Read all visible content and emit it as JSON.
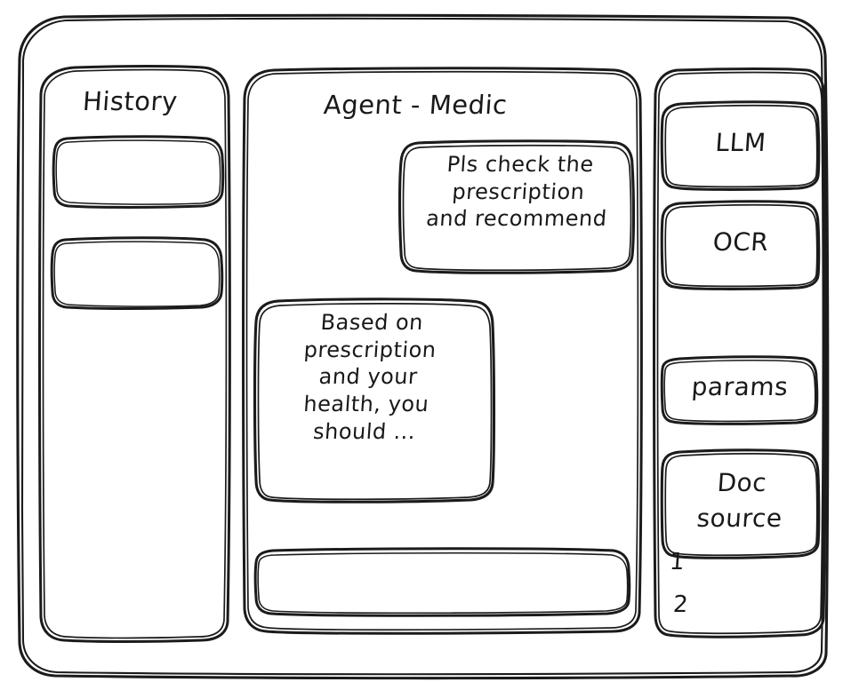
{
  "window": {
    "name": "agent-medic-wireframe",
    "stroke_color": "#1b1b1b",
    "background_color": "#ffffff"
  },
  "sidebar": {
    "title": "History",
    "items": [
      {
        "label": "",
        "name": "history-item-1"
      },
      {
        "label": "",
        "name": "history-item-2"
      }
    ]
  },
  "main": {
    "title": "Agent - Medic",
    "messages": [
      {
        "role": "user",
        "align": "right",
        "text": "Pls check the\nprescription\nand recommend"
      },
      {
        "role": "agent",
        "align": "left",
        "text": "Based on\nprescription\nand your\nhealth, you\nshould ..."
      }
    ],
    "composer": {
      "value": "",
      "placeholder": ""
    }
  },
  "tools": {
    "items": [
      {
        "label": "LLM",
        "name": "tool-llm"
      },
      {
        "label": "OCR",
        "name": "tool-ocr"
      },
      {
        "label": "params",
        "name": "tool-params"
      },
      {
        "label": "Doc\nsource",
        "name": "tool-doc-source"
      }
    ],
    "doc_sources": [
      {
        "label": "1"
      },
      {
        "label": "2"
      }
    ]
  }
}
